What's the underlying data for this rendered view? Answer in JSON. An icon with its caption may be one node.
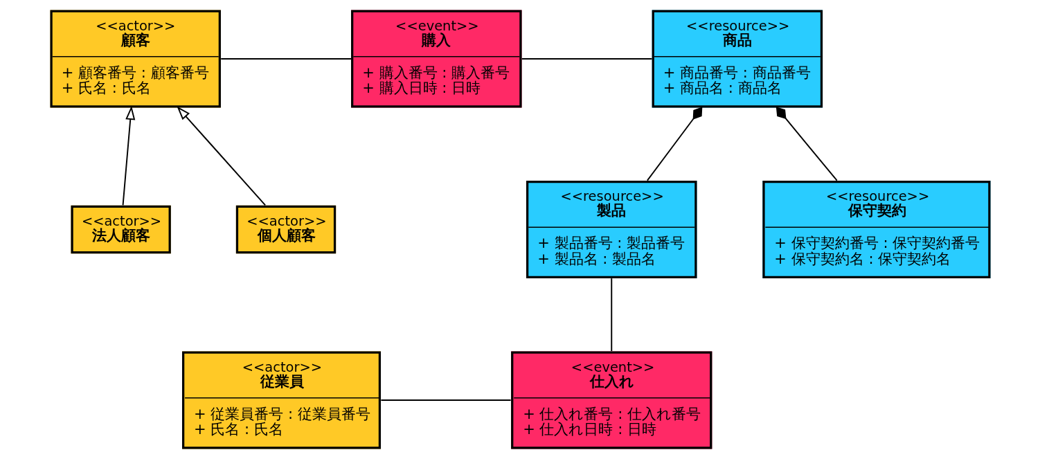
{
  "diagram": {
    "nodes": [
      {
        "text": [
          "<<actor>>",
          "顧客",
          "+ 顧客番号 : 顧客番号",
          "+ 氏名 : 氏名"
        ]
      },
      {
        "text": [
          "<<event>>",
          "購入",
          "+ 購入番号 : 購入番号",
          "+ 購入日時 : 日時"
        ]
      },
      {
        "text": [
          "<<resource>>",
          "商品",
          "+ 商品番号 : 商品番号",
          "+ 商品名 : 商品名"
        ]
      },
      {
        "text": [
          "<<actor>>",
          "法人顧客"
        ]
      },
      {
        "text": [
          "<<actor>>",
          "個人顧客"
        ]
      },
      {
        "text": [
          "<<resource>>",
          "製品",
          "+ 製品番号 : 製品番号",
          "+ 製品名 : 製品名"
        ]
      },
      {
        "text": [
          "<<resource>>",
          "保守契約",
          "+ 保守契約番号 : 保守契約番号",
          "+ 保守契約名 : 保守契約名"
        ]
      },
      {
        "text": [
          "<<actor>>",
          "従業員",
          "+ 従業員番号 : 従業員番号",
          "+ 氏名 : 氏名"
        ]
      },
      {
        "text": [
          "<<event>>",
          "仕入れ",
          "+ 仕入れ番号 : 仕入れ番号",
          "+ 仕入れ日時 : 日時"
        ]
      }
    ],
    "edges": [
      {
        "from": 0,
        "to": 1,
        "arrow": "none"
      },
      {
        "from": 1,
        "to": 2,
        "arrow": "none"
      },
      {
        "from": 3,
        "to": 0,
        "arrow": "to"
      },
      {
        "from": 4,
        "to": 0,
        "arrow": "to"
      },
      {
        "from": 5,
        "to": 2,
        "arrow": "other"
      },
      {
        "from": 6,
        "to": 2,
        "arrow": "other"
      },
      {
        "from": 5,
        "to": 8,
        "arrow": "none"
      },
      {
        "from": 7,
        "to": 8,
        "arrow": "none"
      }
    ]
  }
}
